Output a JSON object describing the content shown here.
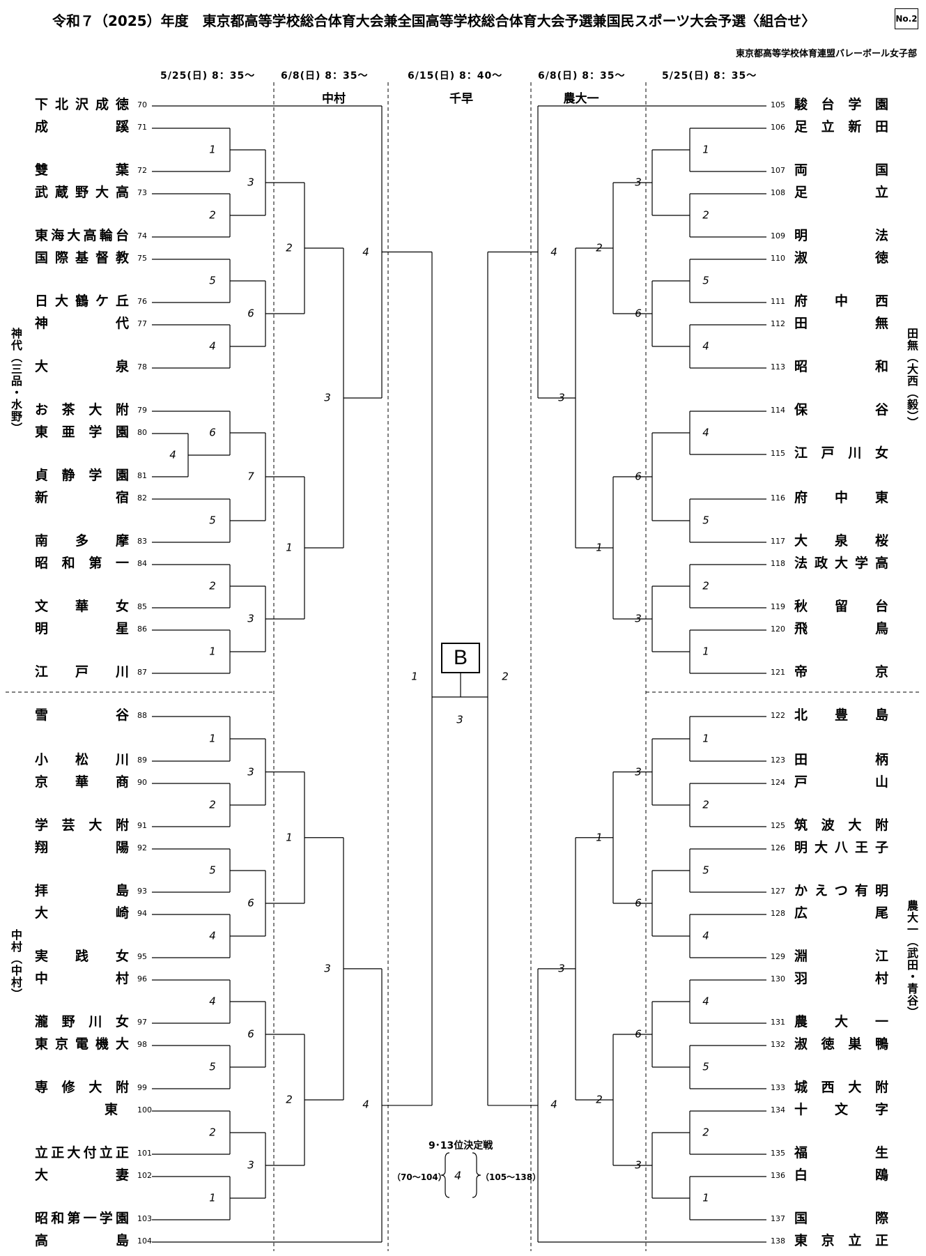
{
  "header": {
    "title": "令和７（2025）年度　東京都高等学校総合体育大会兼全国高等学校総合体育大会予選兼国民スポーツ大会予選〈組合せ〉",
    "doc_no": "No.2",
    "organizer": "東京都高等学校体育連盟バレーボール女子部"
  },
  "dates": [
    "5/25(日) 8：35～",
    "6/8(日) 8：35～",
    "6/15(日) 8：40～",
    "6/8(日) 8：35～",
    "5/25(日) 8：35～"
  ],
  "venues": [
    "中村",
    "千早",
    "農大一"
  ],
  "groups": {
    "left_top": "神代（三品・水野）",
    "left_bottom": "中村（中村）",
    "right_top": "田無（大西（毅））",
    "right_bottom": "農大一（武田・青谷）"
  },
  "left_teams": [
    {
      "no": "70",
      "name": "下北沢成徳"
    },
    {
      "no": "71",
      "name": "成蹊"
    },
    {
      "no": "72",
      "name": "雙葉"
    },
    {
      "no": "73",
      "name": "武蔵野大高"
    },
    {
      "no": "74",
      "name": "東海大高輪台"
    },
    {
      "no": "75",
      "name": "国際基督教"
    },
    {
      "no": "76",
      "name": "日大鶴ケ丘"
    },
    {
      "no": "77",
      "name": "神代"
    },
    {
      "no": "78",
      "name": "大泉"
    },
    {
      "no": "79",
      "name": "お茶大附"
    },
    {
      "no": "80",
      "name": "東亜学園"
    },
    {
      "no": "81",
      "name": "貞静学園"
    },
    {
      "no": "82",
      "name": "新宿"
    },
    {
      "no": "83",
      "name": "南多摩"
    },
    {
      "no": "84",
      "name": "昭和第一"
    },
    {
      "no": "85",
      "name": "文華女"
    },
    {
      "no": "86",
      "name": "明星"
    },
    {
      "no": "87",
      "name": "江戸川"
    },
    {
      "no": "88",
      "name": "雪谷"
    },
    {
      "no": "89",
      "name": "小松川"
    },
    {
      "no": "90",
      "name": "京華商"
    },
    {
      "no": "91",
      "name": "学芸大附"
    },
    {
      "no": "92",
      "name": "翔陽"
    },
    {
      "no": "93",
      "name": "拝島"
    },
    {
      "no": "94",
      "name": "大崎"
    },
    {
      "no": "95",
      "name": "実践女"
    },
    {
      "no": "96",
      "name": "中村"
    },
    {
      "no": "97",
      "name": "瀧野川女"
    },
    {
      "no": "98",
      "name": "東京電機大"
    },
    {
      "no": "99",
      "name": "専修大附"
    },
    {
      "no": "100",
      "name": "東"
    },
    {
      "no": "101",
      "name": "立正大付立正"
    },
    {
      "no": "102",
      "name": "大妻"
    },
    {
      "no": "103",
      "name": "昭和第一学園"
    },
    {
      "no": "104",
      "name": "高島"
    }
  ],
  "right_teams": [
    {
      "no": "105",
      "name": "駿台学園"
    },
    {
      "no": "106",
      "name": "足立新田"
    },
    {
      "no": "107",
      "name": "両国"
    },
    {
      "no": "108",
      "name": "足立"
    },
    {
      "no": "109",
      "name": "明法"
    },
    {
      "no": "110",
      "name": "淑徳"
    },
    {
      "no": "111",
      "name": "府中西"
    },
    {
      "no": "112",
      "name": "田無"
    },
    {
      "no": "113",
      "name": "昭和"
    },
    {
      "no": "114",
      "name": "保谷"
    },
    {
      "no": "115",
      "name": "江戸川女"
    },
    {
      "no": "116",
      "name": "府中東"
    },
    {
      "no": "117",
      "name": "大泉桜"
    },
    {
      "no": "118",
      "name": "法政大学高"
    },
    {
      "no": "119",
      "name": "秋留台"
    },
    {
      "no": "120",
      "name": "飛鳥"
    },
    {
      "no": "121",
      "name": "帝京"
    },
    {
      "no": "122",
      "name": "北豊島"
    },
    {
      "no": "123",
      "name": "田柄"
    },
    {
      "no": "124",
      "name": "戸山"
    },
    {
      "no": "125",
      "name": "筑波大附"
    },
    {
      "no": "126",
      "name": "明大八王子"
    },
    {
      "no": "127",
      "name": "かえつ有明"
    },
    {
      "no": "128",
      "name": "広尾"
    },
    {
      "no": "129",
      "name": "淵江"
    },
    {
      "no": "130",
      "name": "羽村"
    },
    {
      "no": "131",
      "name": "農大一"
    },
    {
      "no": "132",
      "name": "淑徳巣鴨"
    },
    {
      "no": "133",
      "name": "城西大附"
    },
    {
      "no": "134",
      "name": "十文字"
    },
    {
      "no": "135",
      "name": "福生"
    },
    {
      "no": "136",
      "name": "白鴎"
    },
    {
      "no": "137",
      "name": "国際"
    },
    {
      "no": "138",
      "name": "東京立正"
    }
  ],
  "final": {
    "label": "B",
    "semi_left": "1",
    "semi_right": "2",
    "final_no": "3",
    "placement_title": "9･13位決定戦",
    "placement_left": "（70～104）",
    "placement_right": "（105～138）",
    "placement_no": "4"
  }
}
